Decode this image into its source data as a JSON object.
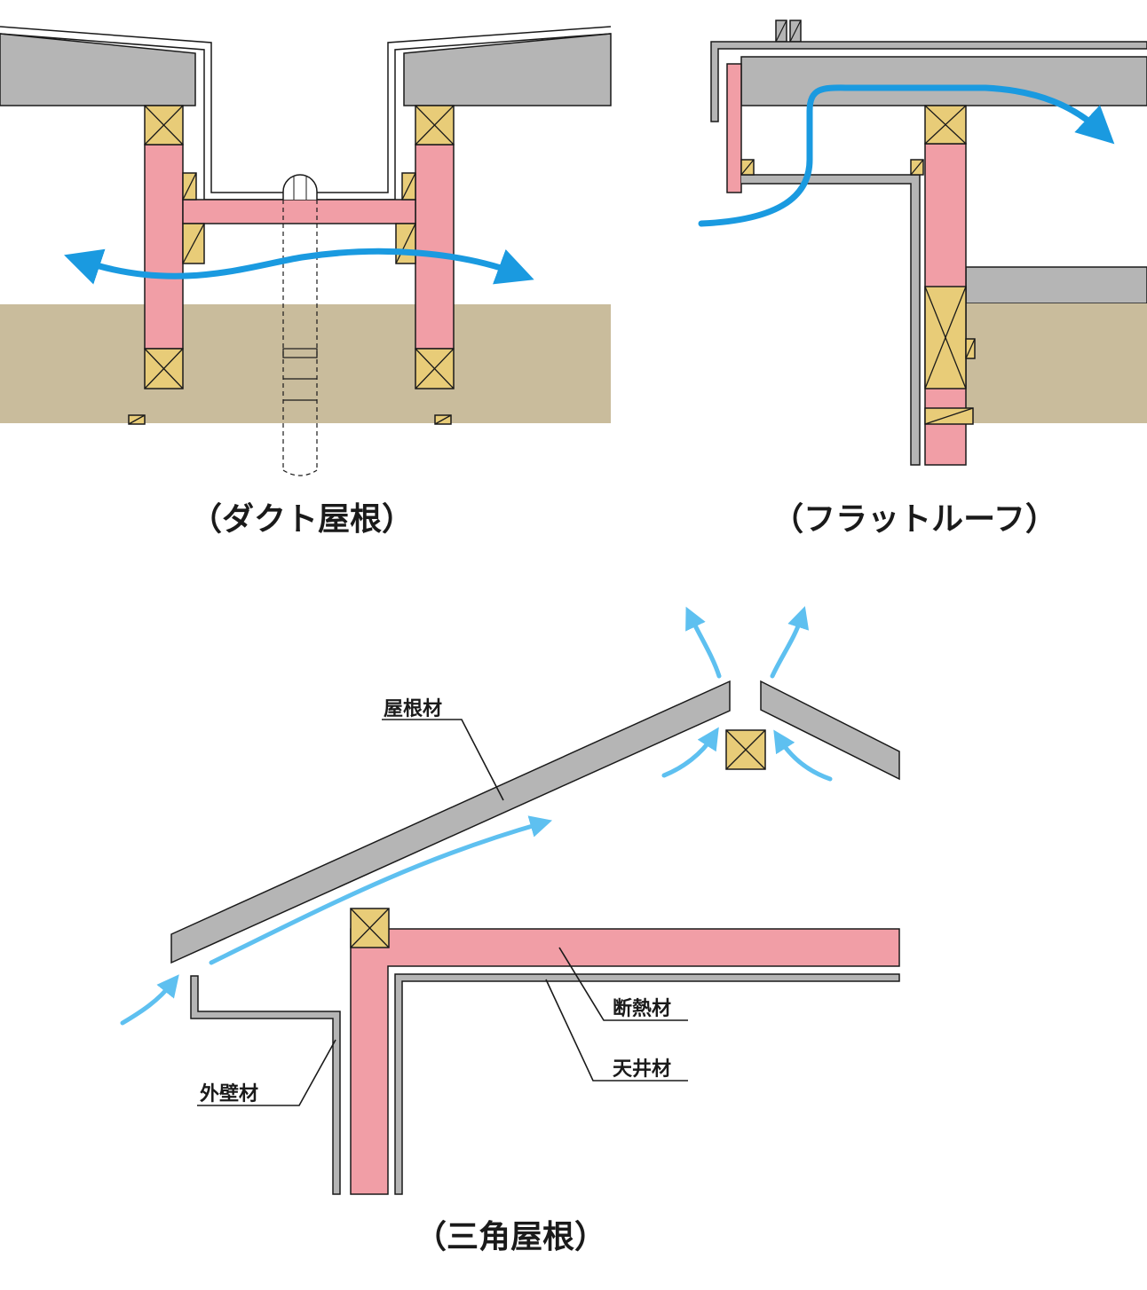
{
  "captions": {
    "duct_roof": "（ダクト屋根）",
    "flat_roof": "（フラットルーフ）",
    "gable_roof": "（三角屋根）"
  },
  "labels": {
    "roofing": "屋根材",
    "insulation": "断熱材",
    "ceiling": "天井材",
    "exterior_wall": "外壁材"
  },
  "colors": {
    "roofing": "#b5b5b5",
    "insulation": "#f19ea6",
    "timber": "#e8cc78",
    "ground": "#c9bc9c",
    "airflow_strong": "#1a9ae0",
    "airflow_light": "#5ec0f0"
  }
}
